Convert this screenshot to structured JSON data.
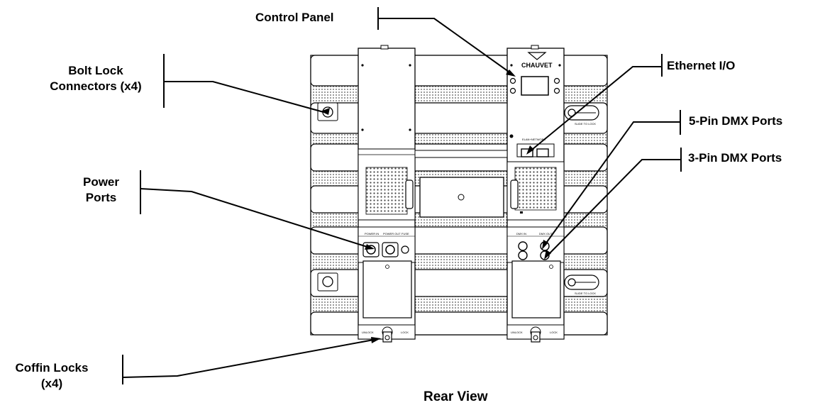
{
  "callouts": {
    "control_panel": "Control Panel",
    "ethernet_io": "Ethernet I/O",
    "bolt_lock_line1": "Bolt Lock",
    "bolt_lock_line2": "Connectors (x4)",
    "five_pin_dmx": "5-Pin DMX Ports",
    "three_pin_dmx": "3-Pin DMX Ports",
    "power_line1": "Power",
    "power_line2": "Ports",
    "coffin_line1": "Coffin Locks",
    "coffin_line2": "(x4)"
  },
  "view_title": "Rear View",
  "panel_text": {
    "brand": "CHAUVET",
    "power_in": "POWER IN",
    "power_out": "POWER OUT",
    "fuse": "FUSE",
    "dmx_in": "DMX IN",
    "dmx_out": "DMX OUT",
    "unlock": "UNLOCK",
    "lock": "LOCK",
    "network": "ELAN+NETWORK",
    "slide_to_lock": "SLIDE TO LOCK"
  }
}
